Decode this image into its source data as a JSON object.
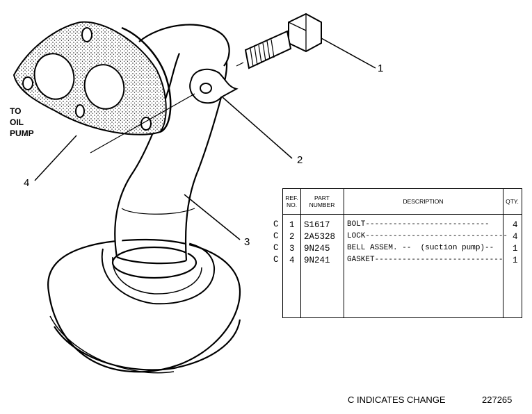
{
  "pump_label": [
    "TO",
    "OIL",
    "PUMP"
  ],
  "callouts": [
    "1",
    "2",
    "3",
    "4"
  ],
  "table": {
    "headers": {
      "ref_no": [
        "REF.",
        "NO."
      ],
      "part_number": [
        "PART",
        "NUMBER"
      ],
      "description": "DESCRIPTION",
      "qty": "QTY."
    },
    "rows": [
      {
        "change": "C",
        "ref": "1",
        "part": "S1617",
        "description": "BOLT---------------------------",
        "qty": "4"
      },
      {
        "change": "C",
        "ref": "2",
        "part": "2A5328",
        "description": "LOCK-------------------------------",
        "qty": "4"
      },
      {
        "change": "C",
        "ref": "3",
        "part": "9N245",
        "description": "BELL ASSEM. --  (suction pump)--",
        "qty": "1"
      },
      {
        "change": "C",
        "ref": "4",
        "part": "9N241",
        "description": "GASKET----------------------------",
        "qty": "1"
      }
    ]
  },
  "footer": {
    "legend": "C INDICATES CHANGE",
    "drawing_number": "227265"
  }
}
